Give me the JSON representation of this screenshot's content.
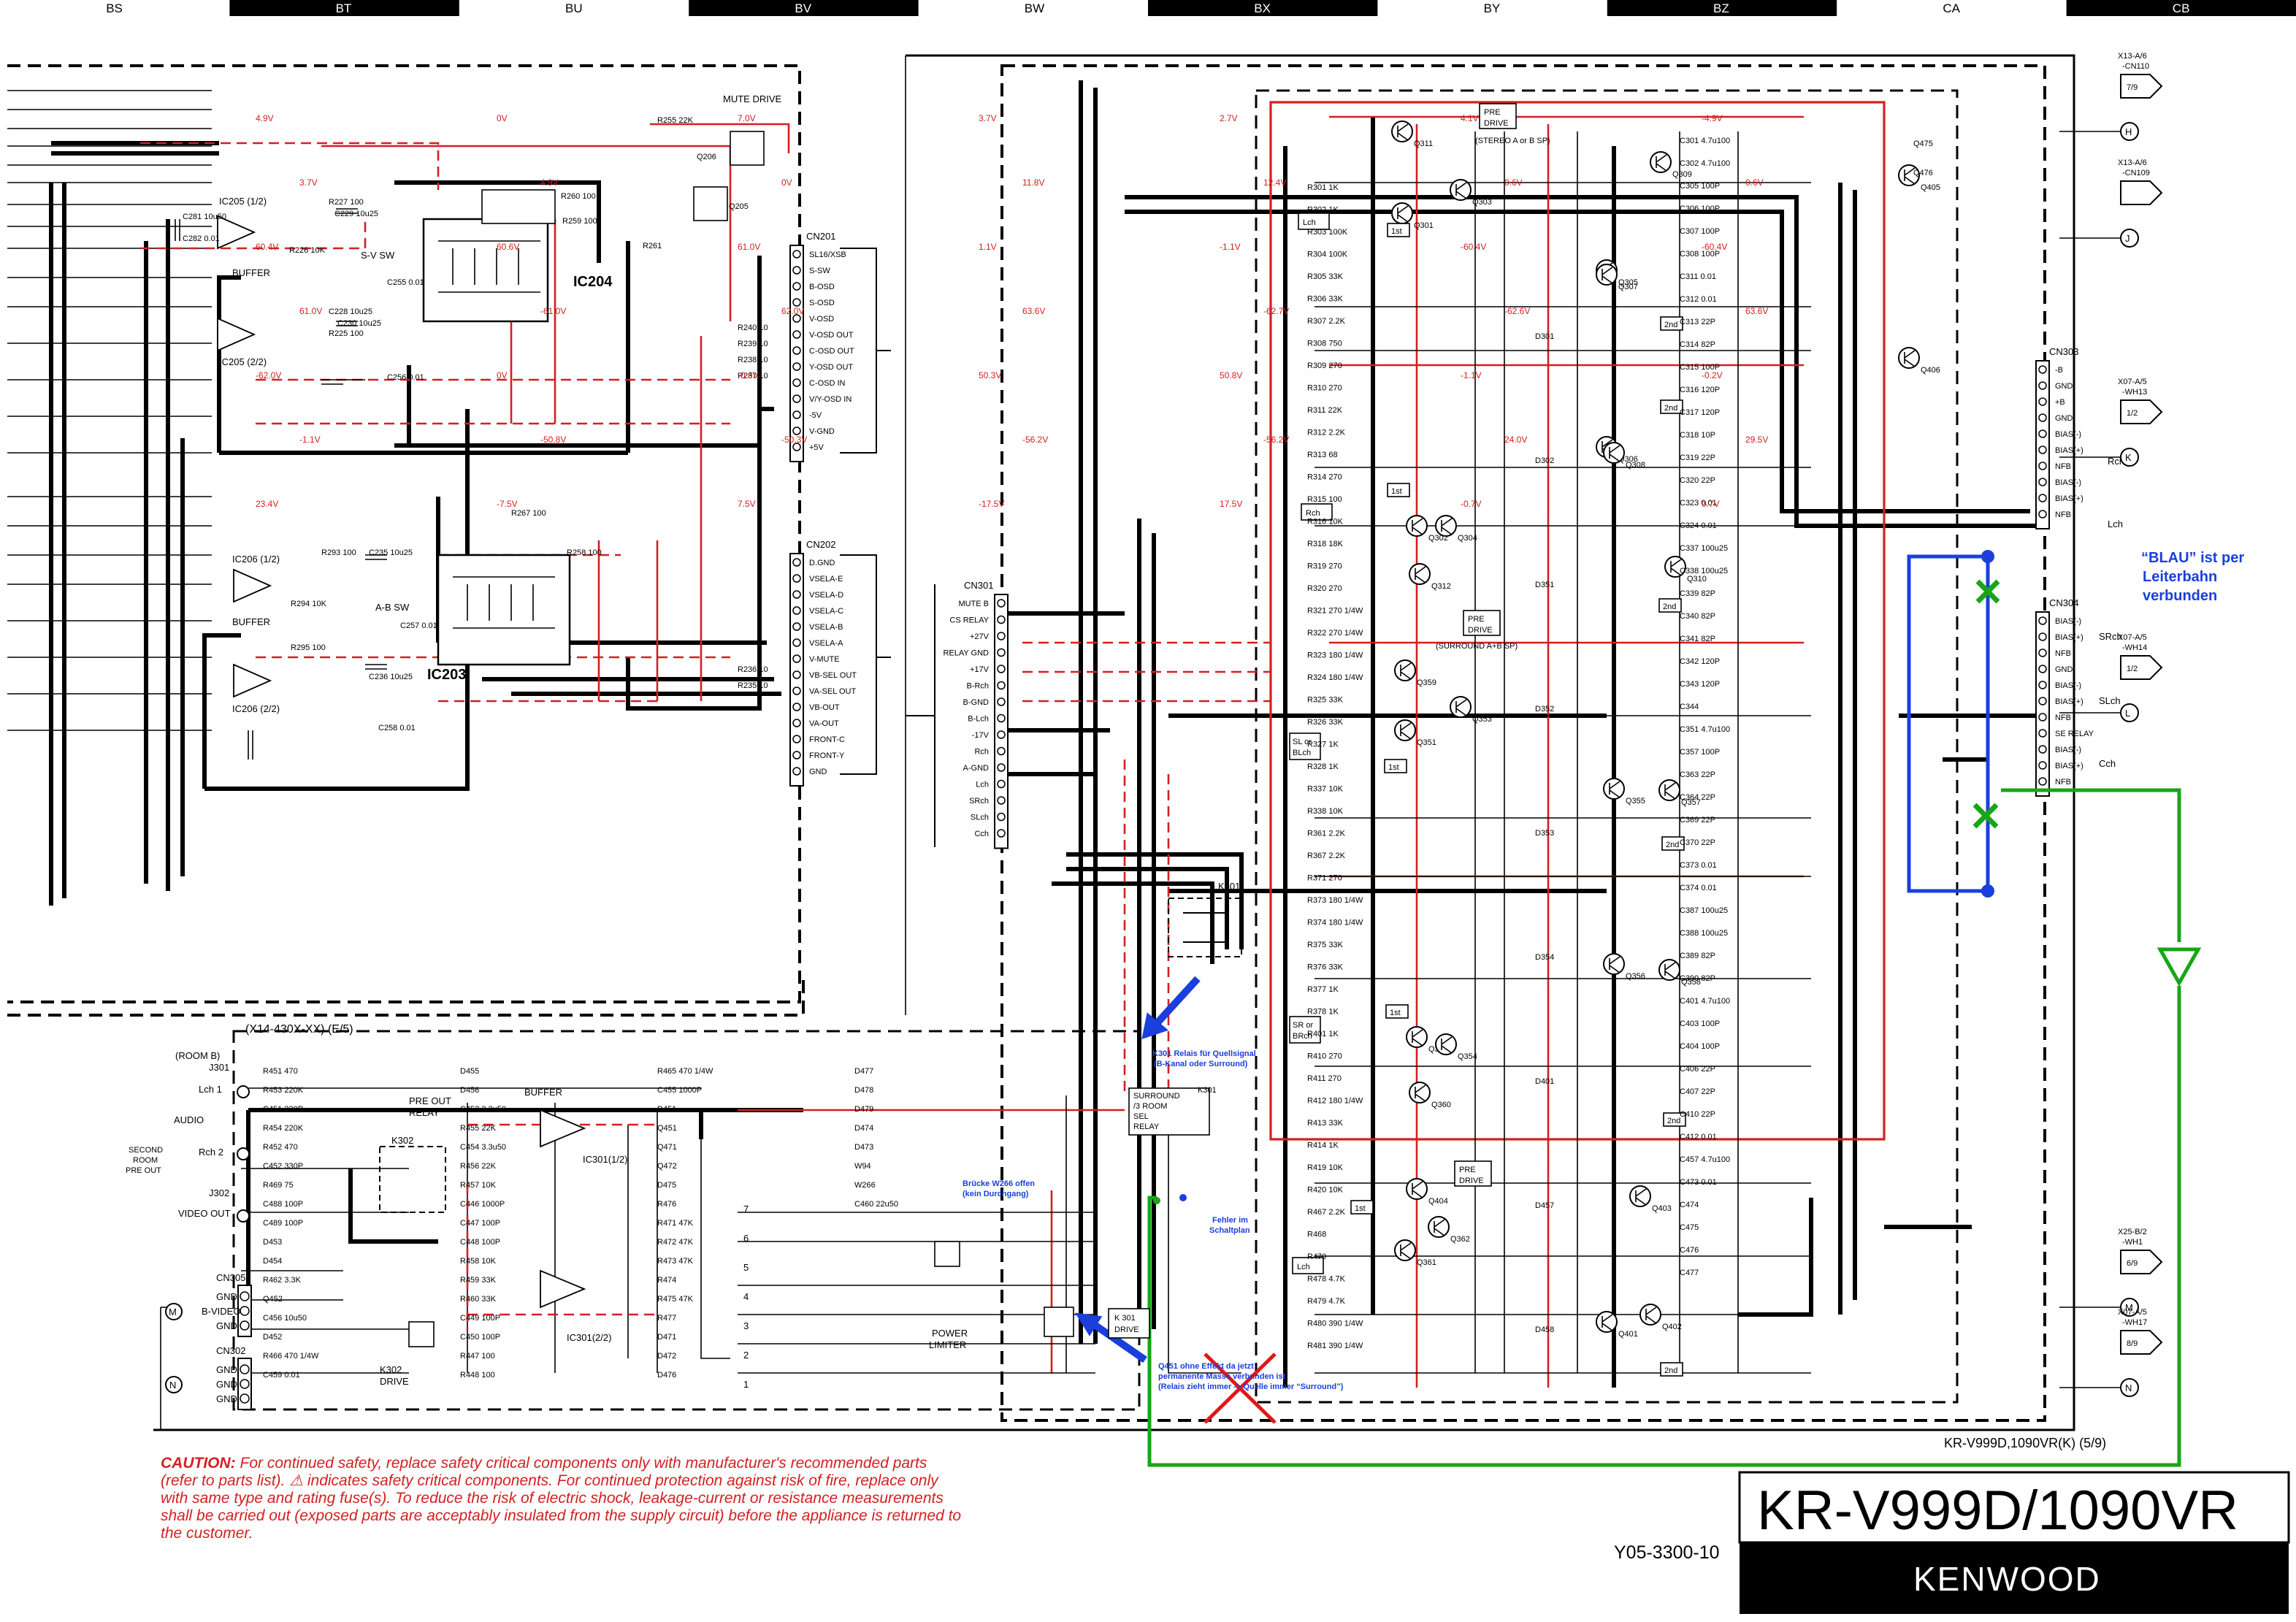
{
  "grid": {
    "columns": [
      "BS",
      "BT",
      "BU",
      "BV",
      "BW",
      "BX",
      "BY",
      "BZ",
      "CA",
      "CB"
    ]
  },
  "colors": {
    "red_trace": "#d32020",
    "blue_annotation": "#1a3fdc",
    "green_annotation": "#16a616",
    "black": "#000000"
  },
  "left_block": {
    "ics": [
      "IC204",
      "IC203",
      "IC205 (1/2)",
      "IC205 (2/2)",
      "IC206 (1/2)",
      "IC206 (2/2)"
    ],
    "boxes": [
      "MUTE DRIVE",
      "BUFFER",
      "BUFFER",
      "S-V SW",
      "A-B SW"
    ],
    "transistors": [
      "R255 22K",
      "Q206",
      "Q205"
    ],
    "parts": [
      "C281 10u50",
      "C282 0.01",
      "R227 100",
      "C229 10u25",
      "R226 10K",
      "C228 10u25",
      "R225 100",
      "C230 10u25",
      "R260 100",
      "R259 100",
      "R261",
      "C255 0.01",
      "C256 0.01",
      "R293 100",
      "C235 10u25",
      "R294 10K",
      "R295 100",
      "C236 10u25",
      "R267 100",
      "R258 100",
      "C257 0.01",
      "C258 0.01"
    ]
  },
  "cn201": {
    "name": "CN201",
    "pins": [
      "SL16/XSB",
      "S-SW",
      "B-OSD",
      "S-OSD",
      "V-OSD",
      "V-OSD OUT",
      "C-OSD OUT",
      "Y-OSD OUT",
      "C-OSD IN",
      "V/Y-OSD IN",
      "-5V",
      "V-GND",
      "+5V"
    ],
    "resistors": [
      "R240 10",
      "R239 10",
      "R238 10",
      "R237 10"
    ]
  },
  "cn202": {
    "name": "CN202",
    "pins": [
      "D.GND",
      "VSELA-E",
      "VSELA-D",
      "VSELA-C",
      "VSELA-B",
      "VSELA-A",
      "V-MUTE",
      "VB-SEL OUT",
      "VA-SEL OUT",
      "VB-OUT",
      "VA-OUT",
      "FRONT-C",
      "FRONT-Y",
      "GND"
    ],
    "resistors": [
      "R236 10",
      "R235 10"
    ]
  },
  "cn301": {
    "name": "CN301",
    "pins": [
      "MUTE B",
      "CS RELAY",
      "+27V",
      "RELAY GND",
      "+17V",
      "B-Rch",
      "B-GND",
      "B-Lch",
      "-17V",
      "Rch",
      "A-GND",
      "Lch",
      "SRch",
      "SLch",
      "Cch"
    ]
  },
  "k301": {
    "name": "K301",
    "drive_box": [
      "SURROUND",
      "/3 ROOM",
      "SEL",
      "RELAY"
    ],
    "k301_drive": [
      "K 301",
      "DRIVE"
    ]
  },
  "sub_board": {
    "title": "(X14-430X-XX) (E/5)",
    "room": "(ROOM B)",
    "j301": "J301",
    "j302": "J302",
    "cn305": "CN305",
    "cn302": "CN302",
    "jack_labels": [
      "Lch 1",
      "Rch 2",
      "VIDEO OUT"
    ],
    "audio": "AUDIO",
    "second_room": [
      "SECOND",
      "ROOM",
      "PRE OUT"
    ],
    "pre_out_relay": [
      "PRE OUT",
      "RELAY"
    ],
    "buffer": "BUFFER",
    "k302": "K302",
    "k302_drive": [
      "K302",
      "DRIVE"
    ],
    "power_limiter": [
      "POWER",
      "LIMITER"
    ],
    "ic301a": "IC301(1/2)",
    "ic301b": "IC301(2/2)",
    "cn305_pins": [
      "GND",
      "B-VIDEO",
      "GND"
    ],
    "cn302_pins": [
      "GND",
      "GND",
      "GND"
    ],
    "bullets": [
      "M",
      "N"
    ],
    "parts": [
      "R451 470",
      "R453 220K",
      "C451 330P",
      "R454 220K",
      "R452 470",
      "C452 330P",
      "R469 75",
      "C488 100P",
      "C489 100P",
      "D453",
      "D454",
      "R462 3.3K",
      "Q452",
      "C456 10u50",
      "D452",
      "R466 470 1/4W",
      "C459 0.01",
      "D455",
      "D456",
      "C453 3.3u50",
      "R455 22K",
      "C454 3.3u50",
      "R456 22K",
      "R457 10K",
      "C446 1000P",
      "C447 100P",
      "C448 100P",
      "R458 10K",
      "R459 33K",
      "R460 33K",
      "C449 100P",
      "C450 100P",
      "R447 100",
      "R448 100",
      "R465 470 1/4W",
      "C455 1000P",
      "D451",
      "Q451",
      "Q471",
      "Q472",
      "D475",
      "R476",
      "R471 47K",
      "R472 47K",
      "R473 47K",
      "R474",
      "R475 47K",
      "R477",
      "D471",
      "D472",
      "D476",
      "D477",
      "D478",
      "D479",
      "D474",
      "D473",
      "W94",
      "W266",
      "C460 22u50"
    ],
    "cn_pins_7_1": [
      "7",
      "6",
      "5",
      "4",
      "3",
      "2",
      "1"
    ]
  },
  "right_block": {
    "pre_drive": [
      "PRE",
      "DRIVE"
    ],
    "stereo": "(STEREO A or B SP)",
    "surround_sp": "(SURROUND A+B SP)",
    "ch_boxes": [
      "Lch",
      "Rch",
      "SL or BLch",
      "SR or BRch",
      "Lch"
    ],
    "stage": [
      "1st",
      "2nd"
    ],
    "transistors": [
      "Q301",
      "Q302",
      "Q303",
      "Q304",
      "Q305",
      "Q306",
      "Q307",
      "Q308",
      "Q309",
      "Q310",
      "Q311",
      "Q312",
      "Q351",
      "Q352",
      "Q353",
      "Q354",
      "Q355",
      "Q356",
      "Q357",
      "Q358",
      "Q359",
      "Q360",
      "Q361",
      "Q362",
      "Q401",
      "Q402",
      "Q403",
      "Q404",
      "Q405",
      "Q406",
      "Q475",
      "Q476"
    ],
    "resistors": [
      "R301 1K",
      "R302 1K",
      "R303 100K",
      "R304 100K",
      "R305 33K",
      "R306 33K",
      "R307 2.2K",
      "R308 750",
      "R309 270",
      "R310 270",
      "R311 22K",
      "R312 2.2K",
      "R313 68",
      "R314 270",
      "R315 100",
      "R316 10K",
      "R318 18K",
      "R319 270",
      "R320 270",
      "R321 270 1/4W",
      "R322 270 1/4W",
      "R323 180 1/4W",
      "R324 180 1/4W",
      "R325 33K",
      "R326 33K",
      "R327 1K",
      "R328 1K",
      "R337 10K",
      "R338 10K",
      "R361 2.2K",
      "R367 2.2K",
      "R371 270",
      "R373 180 1/4W",
      "R374 180 1/4W",
      "R375 33K",
      "R376 33K",
      "R377 1K",
      "R378 1K",
      "R401 1K",
      "R410 270",
      "R411 270",
      "R412 180 1/4W",
      "R413 33K",
      "R414 1K",
      "R419 10K",
      "R420 10K",
      "R467 2.2K",
      "R468",
      "R470",
      "R478 4.7K",
      "R479 4.7K",
      "R480 390 1/4W",
      "R481 390 1/4W"
    ],
    "capacitors": [
      "C301 4.7u100",
      "C302 4.7u100",
      "C305 100P",
      "C306 100P",
      "C307 100P",
      "C308 100P",
      "C311 0.01",
      "C312 0.01",
      "C313 22P",
      "C314 82P",
      "C315 100P",
      "C316 120P",
      "C317 120P",
      "C318 10P",
      "C319 22P",
      "C320 22P",
      "C323 0.01",
      "C324 0.01",
      "C337 100u25",
      "C338 100u25",
      "C339 82P",
      "C340 82P",
      "C341 82P",
      "C342 120P",
      "C343 120P",
      "C344",
      "C351 4.7u100",
      "C357 100P",
      "C363 22P",
      "C364 22P",
      "C369 22P",
      "C370 22P",
      "C373 0.01",
      "C374 0.01",
      "C387 100u25",
      "C388 100u25",
      "C389 82P",
      "C390 82P",
      "C401 4.7u100",
      "C403 100P",
      "C404 100P",
      "C406 22P",
      "C407 22P",
      "C410 22P",
      "C412 0.01",
      "C457 4.7u100",
      "C473 0.01",
      "C474",
      "C475",
      "C476",
      "C477"
    ],
    "diodes": [
      "D301",
      "D302",
      "D351",
      "D352",
      "D353",
      "D354",
      "D401",
      "D457",
      "D458"
    ],
    "cn303": {
      "name": "CN303",
      "pins": [
        "-B",
        "GND",
        "+B",
        "GND",
        "BIAS(-)",
        "BIAS(+)",
        "NFB",
        "BIAS(-)",
        "BIAS(+)",
        "NFB"
      ],
      "group_labels": [
        "Rch",
        "Lch"
      ]
    },
    "cn304": {
      "name": "CN304",
      "pins": [
        "BIAS(-)",
        "BIAS(+)",
        "NFB",
        "GND",
        "BIAS(-)",
        "BIAS(+)",
        "NFB",
        "SE RELAY",
        "BIAS(-)",
        "BIAS(+)",
        "NFB"
      ],
      "group_labels": [
        "SRch",
        "SLch",
        "Cch"
      ]
    }
  },
  "offpage": [
    {
      "ref": "X13-A/6 -CN110",
      "code": "7/9",
      "bullet": "H"
    },
    {
      "ref": "X13-A/6 -CN109",
      "code": "",
      "bullet": "J"
    },
    {
      "ref": "X07-A/5 -WH13",
      "code": "1/2",
      "bullet": "K"
    },
    {
      "ref": "X07-A/5 -WH14",
      "code": "1/2",
      "bullet": "L"
    },
    {
      "ref": "X25-B/2 -WH1",
      "code": "6/9",
      "bullet": "M"
    },
    {
      "ref": "X07-A/5 -WH17",
      "code": "8/9",
      "bullet": "N"
    }
  ],
  "voltages": [
    "4.9V",
    "0V",
    "7.0V",
    "3.7V",
    "2.7V",
    "4.1V",
    "-4.9V",
    "3.7V",
    "4.9V",
    "0V",
    "11.8V",
    "12.4V",
    "0.6V",
    "0.6V",
    "60.4V",
    "60.6V",
    "61.0V",
    "1.1V",
    "-1.1V",
    "-60.4V",
    "-60.4V",
    "61.0V",
    "-61.0V",
    "62.0V",
    "63.6V",
    "-62.7V",
    "-62.6V",
    "63.6V",
    "-62.0V",
    "0V",
    "-0.6V",
    "50.3V",
    "50.8V",
    "-1.1V",
    "-0.2V",
    "-1.1V",
    "-50.8V",
    "-50.3V",
    "-56.2V",
    "-56.2V",
    "24.0V",
    "29.5V",
    "23.4V",
    "-7.5V",
    "7.5V",
    "-17.5V",
    "17.5V",
    "-0.7V",
    "0.7V"
  ],
  "annotations": {
    "blau": [
      "“BLAU” ist per",
      "Leiterbahn",
      "verbunden"
    ],
    "k301_relay": [
      "K301 Relais für Quellsignal",
      "(B-Kanal oder Surround)"
    ],
    "w266": [
      "Brücke W266 offen",
      "(kein Durchgang)"
    ],
    "fehler": [
      "Fehler im",
      "Schaltplan"
    ],
    "q451": [
      "Q451 ohne Effekt da jetzt",
      "permanente Masse verbunden ist",
      "(Relais zieht immer -> Quelle immer “Surround”)"
    ]
  },
  "caution": {
    "prefix": "CAUTION:",
    "lines": [
      "For continued safety, replace safety critical components only with manufacturer's recommended parts",
      "(refer to parts list). ⚠ indicates safety critical components. For continued protection against risk of fire, replace only",
      "with same type and rating fuse(s). To reduce the risk of electric shock, leakage-current or resistance measurements",
      "shall be carried out (exposed parts are acceptably insulated from the supply circuit) before the appliance is returned to",
      "the customer."
    ]
  },
  "footer": {
    "page_ref": "KR-V999D,1090VR(K) (5/9)",
    "doc_code": "Y05-3300-10",
    "model": "KR-V999D/1090VR",
    "brand": "KENWOOD"
  }
}
